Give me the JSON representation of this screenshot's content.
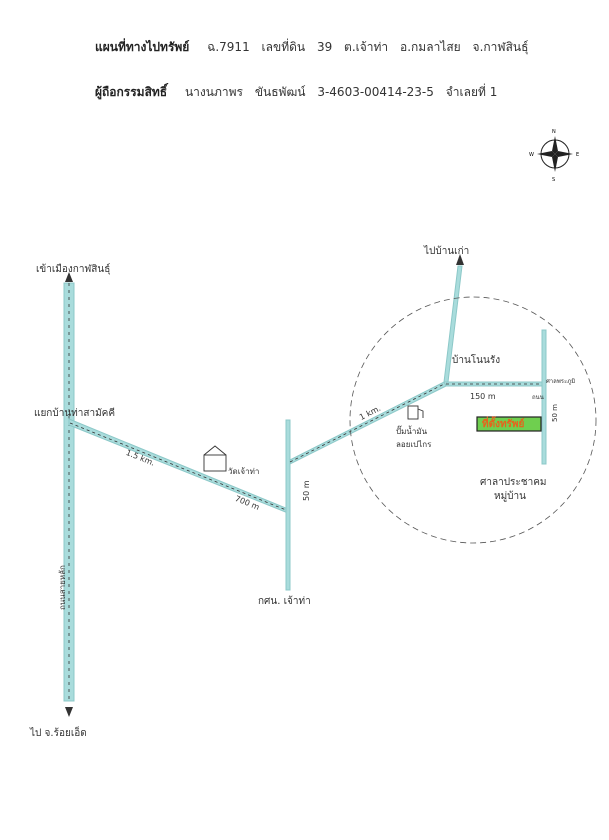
{
  "header": {
    "line1": {
      "title": "แผนที่ทางไปทรัพย์",
      "parts": [
        "ฉ.7911",
        "เลขที่ดิน",
        "39",
        "ต.เจ้าท่า",
        "อ.กมลาไสย",
        "จ.กาฬสินธุ์"
      ]
    },
    "line2": {
      "title": "ผู้ถือกรรมสิทธิ์",
      "parts": [
        "นางนภาพร",
        "ขันธพัฒน์",
        "3-4603-00414-23-5",
        "จำเลยที่ 1"
      ]
    }
  },
  "compass": {
    "n": "N",
    "s": "S",
    "e": "E",
    "w": "W"
  },
  "labels": {
    "to_kalasin": "เข้าเมืองกาฬสินธุ์",
    "junction": "แยกบ้านท่าสามัคคี",
    "highway_name": "ถนนสายหลัก",
    "to_roiet": "ไป จ.ร้อยเอ็ด",
    "dist_1_5": "1.5 km.",
    "dist_700": "700 m",
    "temple": "วัดเจ้าท่า",
    "dist_50_left": "50 m",
    "office": "กศน. เจ้าท่า",
    "dist_1km": "1 km.",
    "gas_station": "ปั๊มน้ำมัน",
    "gas_station2": "ลอยเปไกร",
    "to_old_village": "ไปบ้านเก่า",
    "village": "บ้านโนนรัง",
    "dist_150": "150 m",
    "house_small": "ศาลพระภูมิ",
    "road_label": "ถนน",
    "dist_50_right": "50 m",
    "property": "ที่ตั้งทรัพย์",
    "sala1": "ศาลาประชาคม",
    "sala2": "หมู่บ้าน"
  },
  "colors": {
    "road": "#a9dcdc",
    "road_edge": "#8cc8c8",
    "property": "#e8621c",
    "property_fill": "#6fcf4f"
  }
}
